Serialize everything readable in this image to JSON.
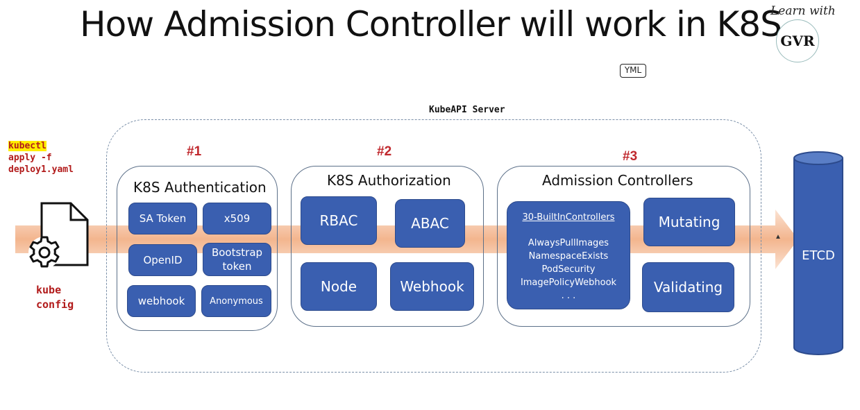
{
  "title": "How Admission Controller will work in K8S",
  "brand": {
    "learn_with": "Learn with",
    "logo": "GVR"
  },
  "yml_icon_label": "YML",
  "api_server_label": "KubeAPI Server",
  "client": {
    "command_line1": "kubectl",
    "command_line2": "apply -f",
    "command_line3": "deploy1.yaml",
    "file_icon": "file-gear-icon",
    "config_line1": "kube",
    "config_line2": "config"
  },
  "stages": {
    "authentication": {
      "number": "#1",
      "title": "K8S Authentication",
      "items": [
        "SA Token",
        "x509",
        "OpenID",
        "Bootstrap token",
        "webhook",
        "Anonymous"
      ]
    },
    "authorization": {
      "number": "#2",
      "title": "K8S Authorization",
      "items": [
        "RBAC",
        "ABAC",
        "Node",
        "Webhook"
      ]
    },
    "admission": {
      "number": "#3",
      "title": "Admission Controllers",
      "builtin_title": "30-BuiltInControllers",
      "builtin_items": [
        "AlwaysPullImages",
        "NamespaceExists",
        "PodSecurity",
        "ImagePolicyWebhook",
        ". . ."
      ],
      "mutating": "Mutating",
      "validating": "Validating"
    }
  },
  "etcd_label": "ETCD",
  "colors": {
    "tile_blue": "#3a5fb0",
    "stage_number_red": "#c0282d",
    "command_red": "#b21b1b",
    "flow_arrow": "#f6c8a8",
    "highlight_yellow": "#ffee00"
  }
}
